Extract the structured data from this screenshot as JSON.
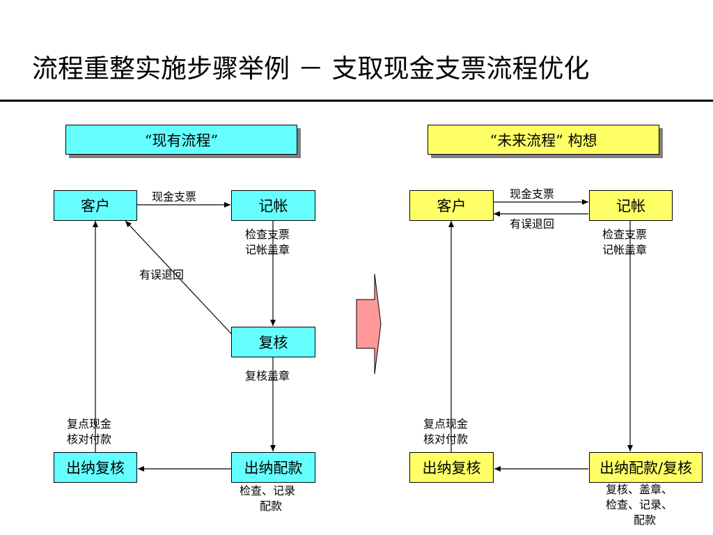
{
  "title": "流程重整实施步骤举例  －  支取现金支票流程优化",
  "current": {
    "header": "“现有流程”",
    "nodes": {
      "customer": "客户",
      "bookkeeping": "记帐",
      "review": "复核",
      "cashier_pay": "出纳配款",
      "cashier_review": "出纳复核"
    },
    "labels": {
      "cash_check": "现金支票",
      "error_return": "有误退回",
      "check_stamp_1": "检查支票",
      "check_stamp_2": "记帐盖章",
      "review_stamp": "复核盖章",
      "pay_note_1": "检查、记录",
      "pay_note_2": "配款",
      "count_1": "复点现金",
      "count_2": "核对付款"
    }
  },
  "future": {
    "header": "“未来流程”  构想",
    "nodes": {
      "customer": "客户",
      "bookkeeping": "记帐",
      "cashier_pay": "出纳配款/复核",
      "cashier_review": "出纳复核"
    },
    "labels": {
      "cash_check": "现金支票",
      "error_return": "有误退回",
      "check_stamp_1": "检查支票",
      "check_stamp_2": "记帐盖章",
      "pay_note_1": "复核、盖章、",
      "pay_note_2": "检查、记录、",
      "pay_note_3": "配款",
      "count_1": "复点现金",
      "count_2": "核对付款"
    }
  },
  "colors": {
    "current_fill": "#66ffff",
    "future_fill": "#ffff66",
    "arrow_fill": "#ff9999"
  }
}
